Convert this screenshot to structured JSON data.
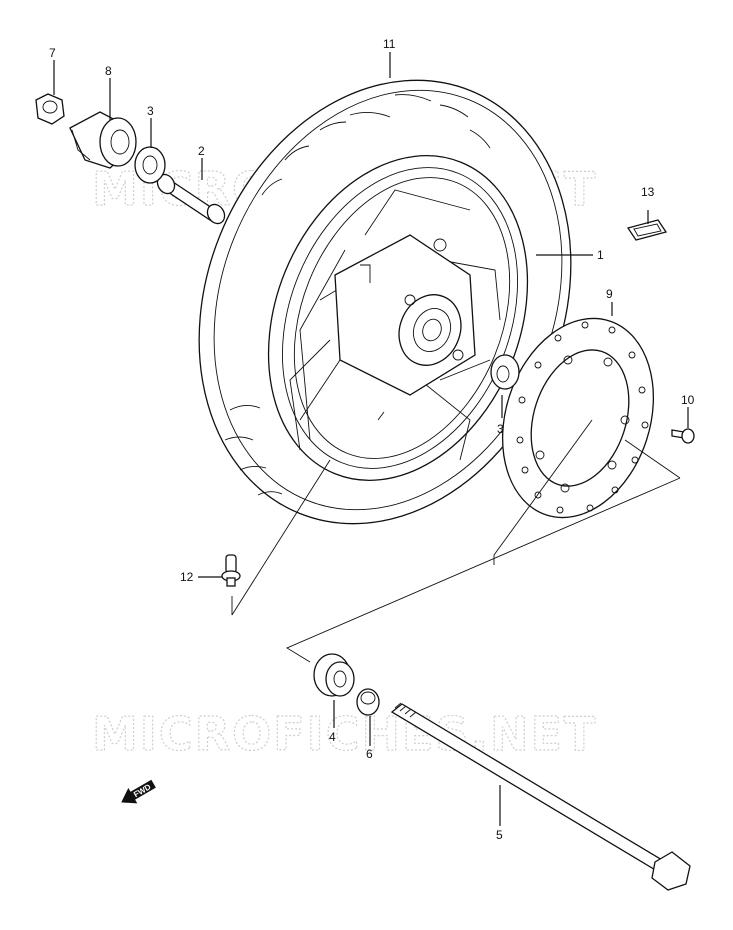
{
  "watermark": "MICROFICHES.NET",
  "fwd_label": "FWD",
  "callouts": {
    "p1": "1",
    "p2": "2",
    "p3a": "3",
    "p3b": "3",
    "p4": "4",
    "p5": "5",
    "p6": "6",
    "p7": "7",
    "p8": "8",
    "p9": "9",
    "p10": "10",
    "p11": "11",
    "p12": "12",
    "p13": "13"
  },
  "parts": [
    {
      "ref": "1",
      "name": "wheel"
    },
    {
      "ref": "2",
      "name": "spacer"
    },
    {
      "ref": "3",
      "name": "bearing"
    },
    {
      "ref": "4",
      "name": "bearing"
    },
    {
      "ref": "5",
      "name": "axle"
    },
    {
      "ref": "6",
      "name": "spacer"
    },
    {
      "ref": "7",
      "name": "nut"
    },
    {
      "ref": "8",
      "name": "gearbox"
    },
    {
      "ref": "9",
      "name": "disc"
    },
    {
      "ref": "10",
      "name": "bolt"
    },
    {
      "ref": "11",
      "name": "tire"
    },
    {
      "ref": "12",
      "name": "valve"
    },
    {
      "ref": "13",
      "name": "balancer"
    }
  ]
}
